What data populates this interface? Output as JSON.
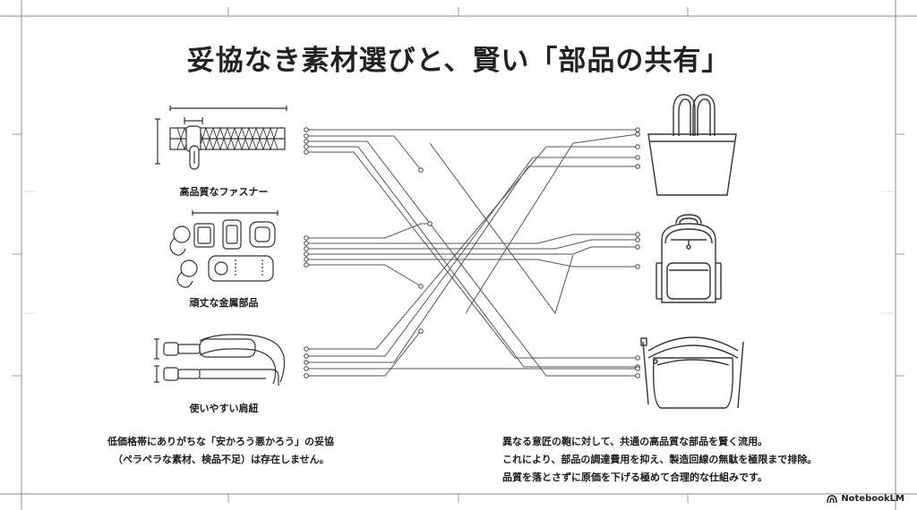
{
  "title": "妥協なき素材選びと、賢い「部品の共有」",
  "parts": [
    {
      "label": "高品質なファスナー",
      "icon": "zipper-icon"
    },
    {
      "label": "頑丈な金属部品",
      "icon": "metal-hardware-icon"
    },
    {
      "label": "使いやすい肩紐",
      "icon": "shoulder-strap-icon"
    }
  ],
  "bags": [
    {
      "icon": "tote-bag-icon"
    },
    {
      "icon": "backpack-icon"
    },
    {
      "icon": "shoulder-bag-icon"
    }
  ],
  "note_left": {
    "line1": "低価格帯にありがちな「安かろう悪かろう」の妥協",
    "line2": "（ペラペラな素材、検品不足）は存在しません。"
  },
  "note_right": {
    "line1": "異なる意匠の鞄に対して、共通の高品質な部品を賢く流用。",
    "line2": "これにより、部品の調達費用を抑え、製造回線の無駄を極限まで排除。",
    "line3": "品質を落とさずに原価を下げる極めて合理的な仕組みです。"
  },
  "brand": {
    "name": "NotebookLM",
    "icon": "notebooklm-logo-icon"
  }
}
